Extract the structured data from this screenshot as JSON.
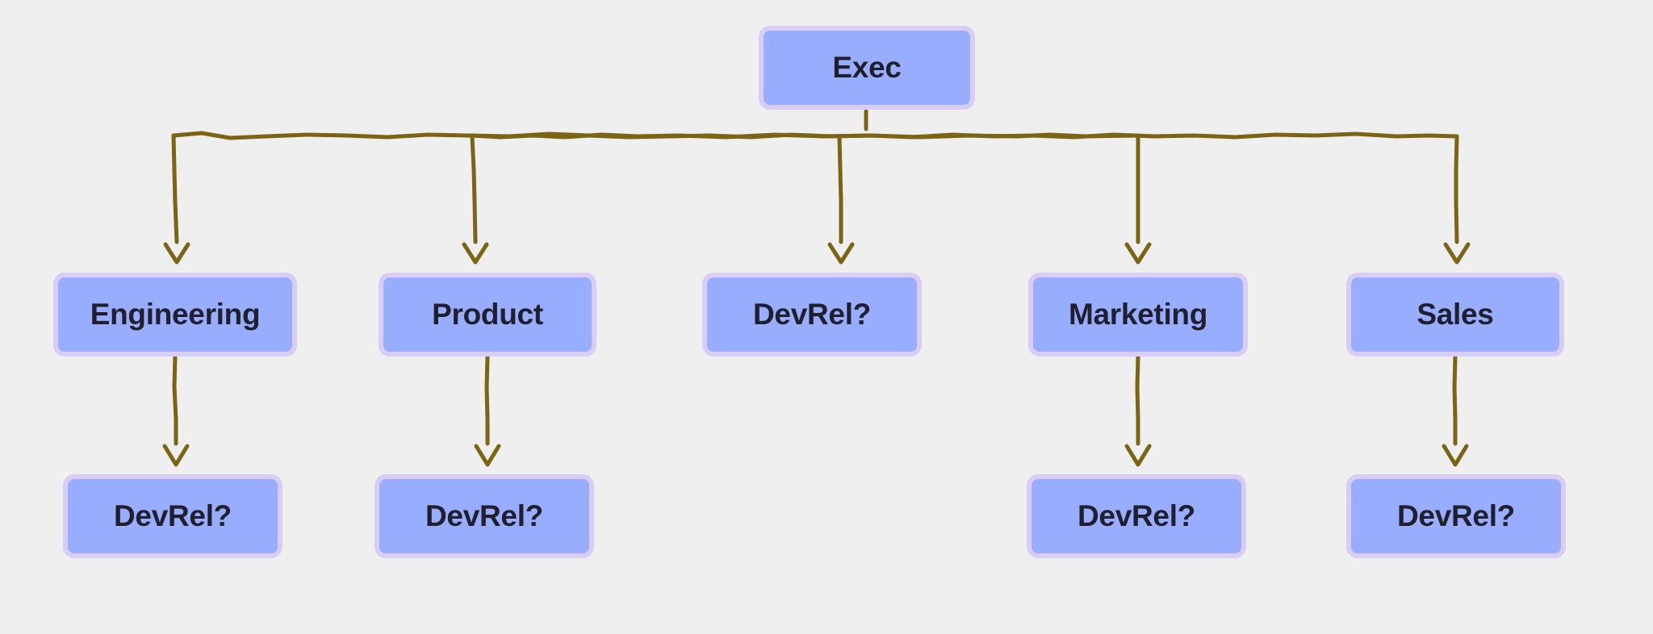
{
  "diagram": {
    "nodes": [
      {
        "id": "exec",
        "label": "Exec"
      },
      {
        "id": "engineering",
        "label": "Engineering"
      },
      {
        "id": "product",
        "label": "Product"
      },
      {
        "id": "devrel-center",
        "label": "DevRel?"
      },
      {
        "id": "marketing",
        "label": "Marketing"
      },
      {
        "id": "sales",
        "label": "Sales"
      },
      {
        "id": "devrel-engineering",
        "label": "DevRel?"
      },
      {
        "id": "devrel-product",
        "label": "DevRel?"
      },
      {
        "id": "devrel-marketing",
        "label": "DevRel?"
      },
      {
        "id": "devrel-sales",
        "label": "DevRel?"
      }
    ],
    "edges": [
      {
        "from": "exec",
        "to": "engineering"
      },
      {
        "from": "exec",
        "to": "product"
      },
      {
        "from": "exec",
        "to": "devrel-center"
      },
      {
        "from": "exec",
        "to": "marketing"
      },
      {
        "from": "exec",
        "to": "sales"
      },
      {
        "from": "engineering",
        "to": "devrel-engineering"
      },
      {
        "from": "product",
        "to": "devrel-product"
      },
      {
        "from": "marketing",
        "to": "devrel-marketing"
      },
      {
        "from": "sales",
        "to": "devrel-sales"
      }
    ],
    "colors": {
      "background": "#efefef",
      "node_fill": "#99adff",
      "node_border": "#d9ccf5",
      "edge": "#7b6413",
      "text": "#1f1f2e"
    }
  }
}
